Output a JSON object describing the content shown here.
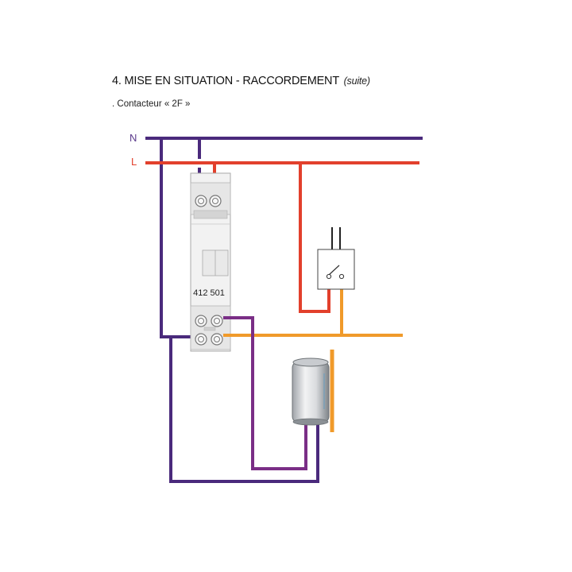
{
  "header": {
    "title": "4. MISE EN SITUATION  - RACCORDEMENT",
    "title_suffix": "(suite)",
    "subtitle": ". Contacteur « 2F »"
  },
  "diagram": {
    "neutral_label": "N",
    "line_label": "L",
    "device_reference": "412 501",
    "colors": {
      "neutral": "#4a2a7c",
      "line": "#e2402c",
      "control": "#f09a2a",
      "load": "#7a2e86",
      "neutral_label": "#5b3a8c",
      "line_label": "#e2402c"
    }
  }
}
